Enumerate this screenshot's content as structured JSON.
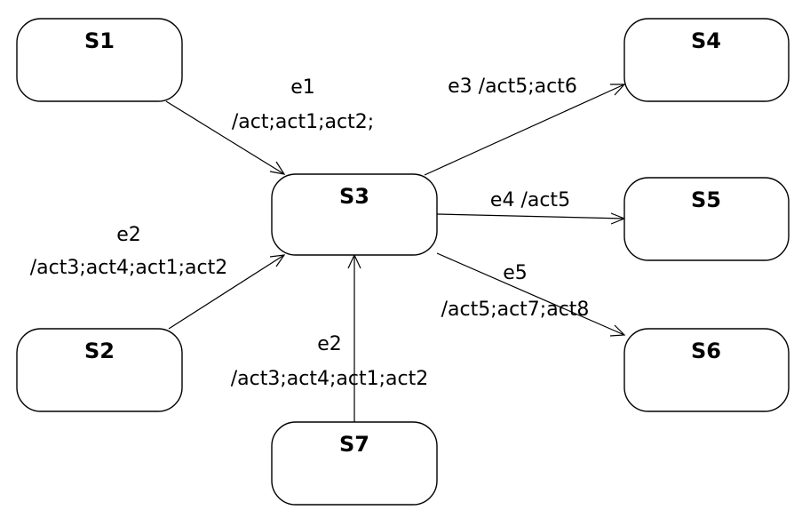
{
  "states": {
    "s1": "S1",
    "s2": "S2",
    "s3": "S3",
    "s4": "S4",
    "s5": "S5",
    "s6": "S6",
    "s7": "S7"
  },
  "transitions": {
    "s1_to_s3": {
      "event": "e1",
      "actions": "/act;act1;act2;"
    },
    "s2_to_s3": {
      "event": "e2",
      "actions": "/act3;act4;act1;act2"
    },
    "s7_to_s3": {
      "event": "e2",
      "actions": "/act3;act4;act1;act2"
    },
    "s3_to_s4": {
      "label": "e3 /act5;act6"
    },
    "s3_to_s5": {
      "label": "e4 /act5"
    },
    "s3_to_s6": {
      "event": "e5",
      "actions": "/act5;act7;act8"
    }
  }
}
